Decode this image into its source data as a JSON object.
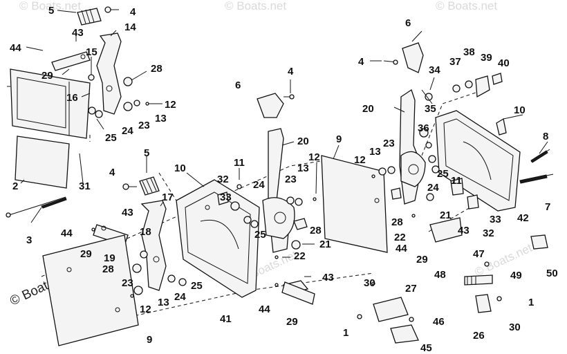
{
  "diagram": {
    "watermark": "© Boats.net",
    "callouts": [
      {
        "id": "c5a",
        "text": "5"
      },
      {
        "id": "c4a",
        "text": "4"
      },
      {
        "id": "c43a",
        "text": "43"
      },
      {
        "id": "c14",
        "text": "14"
      },
      {
        "id": "c44a",
        "text": "44"
      },
      {
        "id": "c15",
        "text": "15"
      },
      {
        "id": "c29a",
        "text": "29"
      },
      {
        "id": "c28a",
        "text": "28"
      },
      {
        "id": "c16",
        "text": "16"
      },
      {
        "id": "c12a",
        "text": "12"
      },
      {
        "id": "c23a",
        "text": "23"
      },
      {
        "id": "c13a",
        "text": "13"
      },
      {
        "id": "c25a",
        "text": "25"
      },
      {
        "id": "c24a",
        "text": "24"
      },
      {
        "id": "c2",
        "text": "2"
      },
      {
        "id": "c31",
        "text": "31"
      },
      {
        "id": "c3",
        "text": "3"
      },
      {
        "id": "c4b",
        "text": "4"
      },
      {
        "id": "c5b",
        "text": "5"
      },
      {
        "id": "c10a",
        "text": "10"
      },
      {
        "id": "c6a",
        "text": "6"
      },
      {
        "id": "c4c",
        "text": "4"
      },
      {
        "id": "c20a",
        "text": "20"
      },
      {
        "id": "c9a",
        "text": "9"
      },
      {
        "id": "c11a",
        "text": "11"
      },
      {
        "id": "c32a",
        "text": "32"
      },
      {
        "id": "c12b",
        "text": "12"
      },
      {
        "id": "c33a",
        "text": "33"
      },
      {
        "id": "c24b",
        "text": "24"
      },
      {
        "id": "c23b",
        "text": "23"
      },
      {
        "id": "c13b",
        "text": "13"
      },
      {
        "id": "c17",
        "text": "17"
      },
      {
        "id": "c43b",
        "text": "43"
      },
      {
        "id": "c44b",
        "text": "44"
      },
      {
        "id": "c18",
        "text": "18"
      },
      {
        "id": "c29b",
        "text": "29"
      },
      {
        "id": "c19",
        "text": "19"
      },
      {
        "id": "c28b",
        "text": "28"
      },
      {
        "id": "c23c",
        "text": "23"
      },
      {
        "id": "c13c",
        "text": "13"
      },
      {
        "id": "c12c",
        "text": "12"
      },
      {
        "id": "c24c",
        "text": "24"
      },
      {
        "id": "c25b",
        "text": "25"
      },
      {
        "id": "c25c",
        "text": "25"
      },
      {
        "id": "c28c",
        "text": "28"
      },
      {
        "id": "c21a",
        "text": "21"
      },
      {
        "id": "c22a",
        "text": "22"
      },
      {
        "id": "c43c",
        "text": "43"
      },
      {
        "id": "c41",
        "text": "41"
      },
      {
        "id": "c44c",
        "text": "44"
      },
      {
        "id": "c29c",
        "text": "29"
      },
      {
        "id": "c9b",
        "text": "9"
      },
      {
        "id": "c6b",
        "text": "6"
      },
      {
        "id": "c4d",
        "text": "4"
      },
      {
        "id": "c34",
        "text": "34"
      },
      {
        "id": "c37",
        "text": "37"
      },
      {
        "id": "c38",
        "text": "38"
      },
      {
        "id": "c39",
        "text": "39"
      },
      {
        "id": "c40",
        "text": "40"
      },
      {
        "id": "c20b",
        "text": "20"
      },
      {
        "id": "c35",
        "text": "35"
      },
      {
        "id": "c10b",
        "text": "10"
      },
      {
        "id": "c36",
        "text": "36"
      },
      {
        "id": "c8",
        "text": "8"
      },
      {
        "id": "c12d",
        "text": "12"
      },
      {
        "id": "c13d",
        "text": "13"
      },
      {
        "id": "c23d",
        "text": "23"
      },
      {
        "id": "c25d",
        "text": "25"
      },
      {
        "id": "c24d",
        "text": "24"
      },
      {
        "id": "c11b",
        "text": "11"
      },
      {
        "id": "c7",
        "text": "7"
      },
      {
        "id": "c28d",
        "text": "28"
      },
      {
        "id": "c21b",
        "text": "21"
      },
      {
        "id": "c33b",
        "text": "33"
      },
      {
        "id": "c42",
        "text": "42"
      },
      {
        "id": "c22b",
        "text": "22"
      },
      {
        "id": "c43d",
        "text": "43"
      },
      {
        "id": "c32b",
        "text": "32"
      },
      {
        "id": "c44d",
        "text": "44"
      },
      {
        "id": "c29d",
        "text": "29"
      },
      {
        "id": "c47",
        "text": "47"
      },
      {
        "id": "c48",
        "text": "48"
      },
      {
        "id": "c49",
        "text": "49"
      },
      {
        "id": "c50",
        "text": "50"
      },
      {
        "id": "c30a",
        "text": "30"
      },
      {
        "id": "c27",
        "text": "27"
      },
      {
        "id": "c46",
        "text": "46"
      },
      {
        "id": "c1a",
        "text": "1"
      },
      {
        "id": "c45",
        "text": "45"
      },
      {
        "id": "c1b",
        "text": "1"
      },
      {
        "id": "c26",
        "text": "26"
      },
      {
        "id": "c30b",
        "text": "30"
      }
    ]
  }
}
